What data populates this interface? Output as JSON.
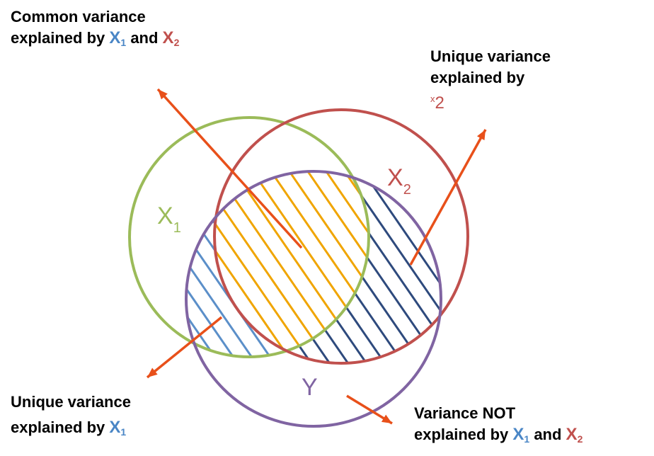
{
  "circles": {
    "x1": {
      "label": "X",
      "sub": "1",
      "color": "#9bbb59"
    },
    "x2": {
      "label": "X",
      "sub": "2",
      "color": "#c0504d"
    },
    "y": {
      "label": "Y",
      "color": "#8064a2"
    }
  },
  "hatch_colors": {
    "common": "#f0a500",
    "x1_unique": "#5b8fc9",
    "x2_unique": "#2e4a7d"
  },
  "arrow_color": "#e8501a",
  "callouts": {
    "common": {
      "line1": "Common variance",
      "line2_prefix": "explained by ",
      "var1": "X",
      "var1_sub": "1",
      "conj": " and ",
      "var2": "X",
      "var2_sub": "2"
    },
    "x2_unique": {
      "line1": "Unique variance",
      "line2": "explained by",
      "var_small": "x",
      "var_num": "2"
    },
    "x1_unique": {
      "line1": "Unique variance",
      "line2_prefix": "explained by ",
      "var": "X",
      "var_sub": "1"
    },
    "not_explained": {
      "line1": "Variance NOT",
      "line2_prefix": "explained by ",
      "var1": "X",
      "var1_sub": "1",
      "conj": " and ",
      "var2": "X",
      "var2_sub": "2"
    }
  }
}
